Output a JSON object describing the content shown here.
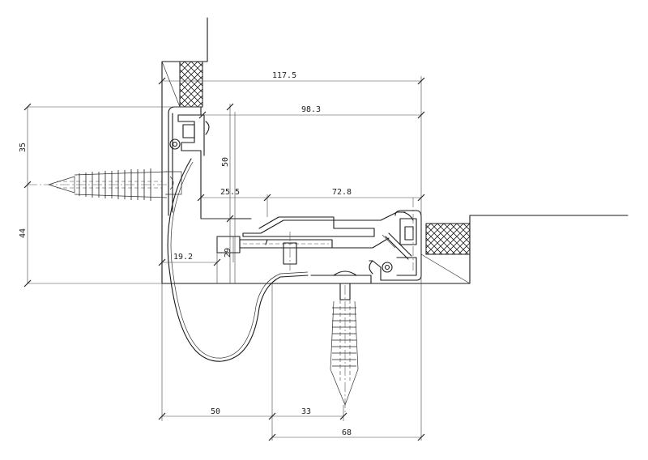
{
  "dimensions": {
    "top_overall": "117.5",
    "top_inner": "98.3",
    "left_upper": "35",
    "left_lower": "44",
    "vertical_mid": "50",
    "horizontal_left": "25.5",
    "horizontal_right": "72.8",
    "small_height": "29",
    "small_width": "19.2",
    "bottom_left": "50",
    "bottom_mid": "33",
    "bottom_right": "68"
  }
}
